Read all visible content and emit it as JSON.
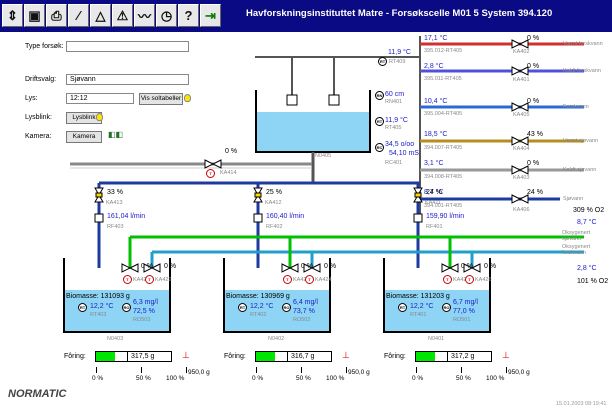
{
  "toolbar": {
    "icons": [
      "arrows-icon",
      "save-icon",
      "printer-icon",
      "pencil-icon",
      "alarm-icon",
      "alarm-ack-icon",
      "trend-icon",
      "clock-icon",
      "help-icon",
      "exit-icon"
    ],
    "glyphs": [
      "⇕",
      "▣",
      "⎙",
      "∕",
      "△",
      "⚠",
      "〰",
      "◷",
      "?",
      "⇥"
    ],
    "title": "Havforskningsinstituttet Matre - Forsøkscelle M01 5 System 394.120"
  },
  "form": {
    "type_label": "Type forsøk:",
    "type_value": "",
    "drift_label": "Driftsvalg:",
    "drift_value": "Sjøvann",
    "lys_label": "Lys:",
    "lys_value": "12:12",
    "sol_button": "Vis soltabeller",
    "lysblink_label": "Lysblink:",
    "lysblink_button": "Lysblink",
    "kamera_label": "Kamera:",
    "kamera_button": "Kamera"
  },
  "header_tank": {
    "temp": "11,9 °C",
    "temp_tag": "RT409",
    "level": "60 cm",
    "level_tag": "RN401",
    "temp2": "11,9 °C",
    "temp2_tag": "RT405",
    "sal1": "34,5 o/oo",
    "sal2": "54,10 mS",
    "sal_tag": "RC401",
    "tank_tag": "N0405",
    "ka414_pct": "0 %",
    "ka414_tag": "KA414"
  },
  "supply": [
    {
      "temp": "17,1 °C",
      "sensor": "395.012-RT405",
      "valve_pct": "0 %",
      "valve_tag": "KA402",
      "name": "Varmt ferskvann"
    },
    {
      "temp": "2,8 °C",
      "sensor": "395.011-RT405",
      "valve_pct": "0 %",
      "valve_tag": "KA401",
      "name": "Kaldt ferskvann"
    },
    {
      "temp": "10,4 °C",
      "sensor": "395.004-RT405",
      "valve_pct": "0 %",
      "valve_tag": "KA405",
      "name": "Ferskvann"
    },
    {
      "temp": "18,5 °C",
      "sensor": "394.007-RT405",
      "valve_pct": "43 %",
      "valve_tag": "KA404",
      "name": "Varmt sjøvann"
    },
    {
      "temp": "3,1 °C",
      "sensor": "394.008-RT405",
      "valve_pct": "0 %",
      "valve_tag": "KA403",
      "name": "Kaldt sjøvann"
    },
    {
      "temp": "8,7 °C",
      "sensor": "394.001-RT405",
      "valve_pct": "24 %",
      "valve_tag": "KA406",
      "name": "Sjøvann"
    }
  ],
  "right_readouts": {
    "o2_pct": "309 % O2",
    "sea_temp": "8,7 °C",
    "oxy_sea": "Oksygenert sjøvann",
    "oxy_fresh": "Oksygenert ferskvann",
    "fresh_temp": "2,8 °C",
    "o2_pct2": "101 % O2"
  },
  "tanks": [
    {
      "valve_pct": "33 %",
      "valve_tag": "KA413",
      "flow": "161,04 l/min",
      "flow_tag": "RF403",
      "biomass": "Biomasse: 131093 g",
      "temp": "12,2 °C",
      "temp_tag": "RT403",
      "o2": "6,3 mg/l",
      "o2_pct": "72,5 %",
      "o2_tag": "RO503",
      "v1_pct": "0 %",
      "v1_tag": "KA421",
      "v2_pct": "0 %",
      "v2_tag": "KA422",
      "name": "N0403",
      "feed": "317,5 g",
      "feed_frac": 0.33
    },
    {
      "valve_pct": "25 %",
      "valve_tag": "KA412",
      "flow": "160,40 l/min",
      "flow_tag": "RF402",
      "biomass": "Biomasse: 130969 g",
      "temp": "12,2 °C",
      "temp_tag": "RT402",
      "o2": "6,4 mg/l",
      "o2_pct": "73,7 %",
      "o2_tag": "RO502",
      "v1_pct": "0 %",
      "v1_tag": "KA423",
      "v2_pct": "0 %",
      "v2_tag": "KA424",
      "name": "N0402",
      "feed": "316,7 g",
      "feed_frac": 0.33
    },
    {
      "valve_pct": "24 %",
      "valve_tag": "KA411",
      "flow": "159,90 l/min",
      "flow_tag": "RF401",
      "biomass": "Biomasse: 131203 g",
      "temp": "12,2 °C",
      "temp_tag": "RT401",
      "o2": "6,7 mg/l",
      "o2_pct": "77,0 %",
      "o2_tag": "RO501",
      "v1_pct": "0 %",
      "v1_tag": "KA425",
      "v2_pct": "0 %",
      "v2_tag": "KA426",
      "name": "N0401",
      "feed": "317,2 g",
      "feed_frac": 0.33
    }
  ],
  "feed": {
    "label": "Fôring:",
    "max": "950,0 g",
    "s0": "0 %",
    "s50": "50 %",
    "s100": "100 %"
  },
  "logo": "NORMATIC",
  "timestamp": "15.01.2003 08:19:41"
}
